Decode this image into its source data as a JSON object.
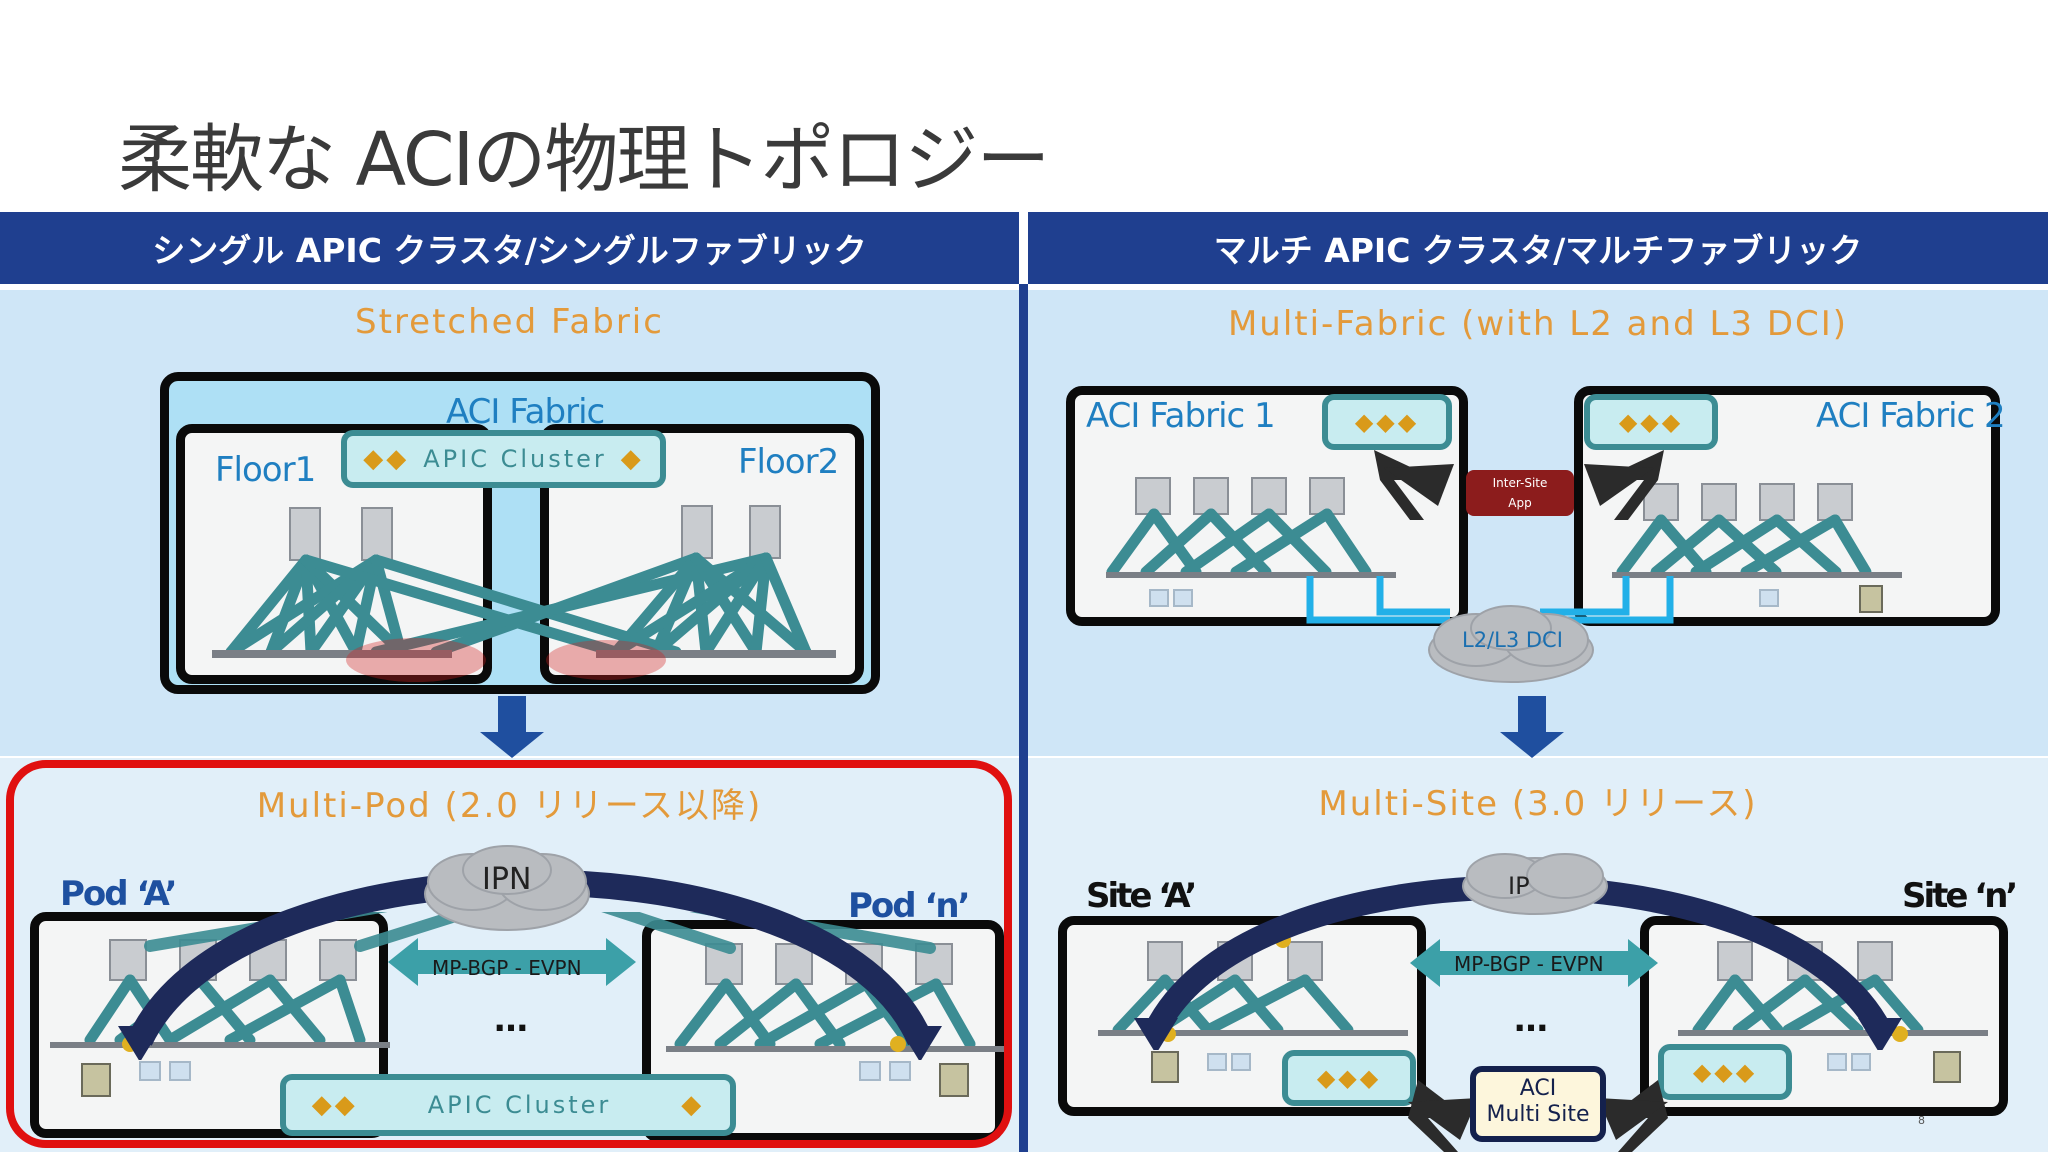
{
  "slide": {
    "title": "柔軟な ACIの物理トポロジー",
    "page_number": "8"
  },
  "left": {
    "header": "シングル APIC クラスタ/シングルファブリック",
    "top": {
      "subtitle": "Stretched Fabric",
      "fabric_label": "ACI Fabric",
      "floor1": "Floor1",
      "floor2": "Floor2",
      "apic_label": "APIC Cluster"
    },
    "bottom": {
      "subtitle": "Multi-Pod (2.0 リリース以降)",
      "ipn_label": "IPN",
      "pod_a": "Pod ‘A’",
      "pod_n": "Pod ‘n’",
      "protocol": "MP-BGP - EVPN",
      "ellipsis": "…",
      "apic_label": "APIC Cluster"
    }
  },
  "right": {
    "header": "マルチ APIC クラスタ/マルチファブリック",
    "top": {
      "subtitle": "Multi-Fabric (with L2 and L3 DCI)",
      "fabric1": "ACI Fabric 1",
      "fabric2": "ACI Fabric 2",
      "intersite_line1": "Inter-Site",
      "intersite_line2": "App",
      "dci_label": "L2/L3 DCI"
    },
    "bottom": {
      "subtitle": "Multi-Site (3.0 リリース)",
      "ip_label": "IP",
      "site_a": "Site ‘A’",
      "site_n": "Site ‘n’",
      "protocol": "MP-BGP - EVPN",
      "ellipsis": "…",
      "multisite_line1": "ACI",
      "multisite_line2": "Multi Site"
    }
  },
  "colors": {
    "header_bg": "#1f3f8f",
    "subtitle": "#e39a3b",
    "teal": "#3c8c93",
    "highlight_border": "#e01010",
    "arc": "#1e2a5a",
    "arrow": "#1f4f9f"
  }
}
